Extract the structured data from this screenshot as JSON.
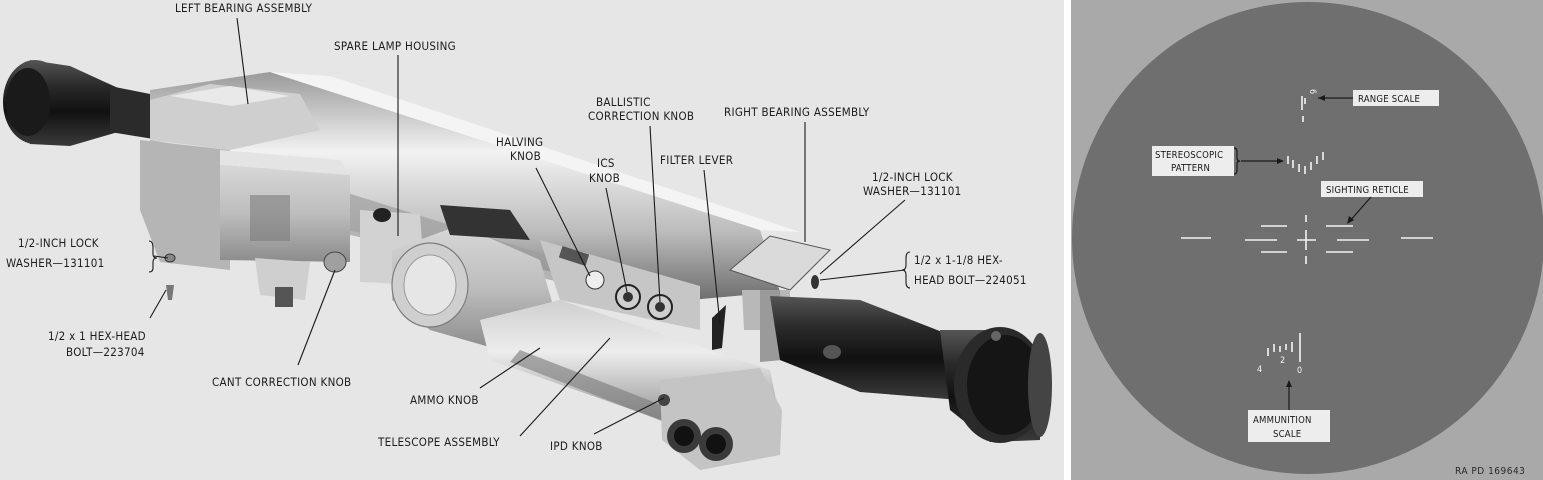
{
  "figure_code": "RA PD 169643",
  "left_labels": {
    "left_bearing": "LEFT BEARING ASSEMBLY",
    "spare_lamp": "SPARE LAMP HOUSING",
    "ballistic_1": "BALLISTIC",
    "ballistic_2": "CORRECTION KNOB",
    "right_bearing": "RIGHT BEARING ASSEMBLY",
    "halving_1": "HALVING",
    "halving_2": "KNOB",
    "ics_1": "ICS",
    "ics_2": "KNOB",
    "filter_lever": "FILTER LEVER",
    "lock_washer_right_1": "1/2-INCH LOCK",
    "lock_washer_right_2": "WASHER—131101",
    "lock_washer_left_1": "1/2-INCH LOCK",
    "lock_washer_left_2": "WASHER—131101",
    "hex_bolt_right_1": "1/2 x 1-1/8 HEX-",
    "hex_bolt_right_2": "HEAD BOLT—224051",
    "hex_bolt_left_1": "1/2 x 1 HEX-HEAD",
    "hex_bolt_left_2": "BOLT—223704",
    "cant_correction": "CANT CORRECTION KNOB",
    "ammo_knob": "AMMO KNOB",
    "telescope_assembly": "TELESCOPE ASSEMBLY",
    "ipd_knob": "IPD KNOB"
  },
  "reticle_labels": {
    "range_scale": "RANGE SCALE",
    "stereo_1": "STEREOSCOPIC",
    "stereo_2": "PATTERN",
    "sighting_reticle": "SIGHTING RETICLE",
    "ammo_scale_1": "AMMUNITION",
    "ammo_scale_2": "SCALE"
  },
  "range_scale_digit": "6",
  "ammo_scale_digits": [
    "4",
    "2",
    "0"
  ]
}
